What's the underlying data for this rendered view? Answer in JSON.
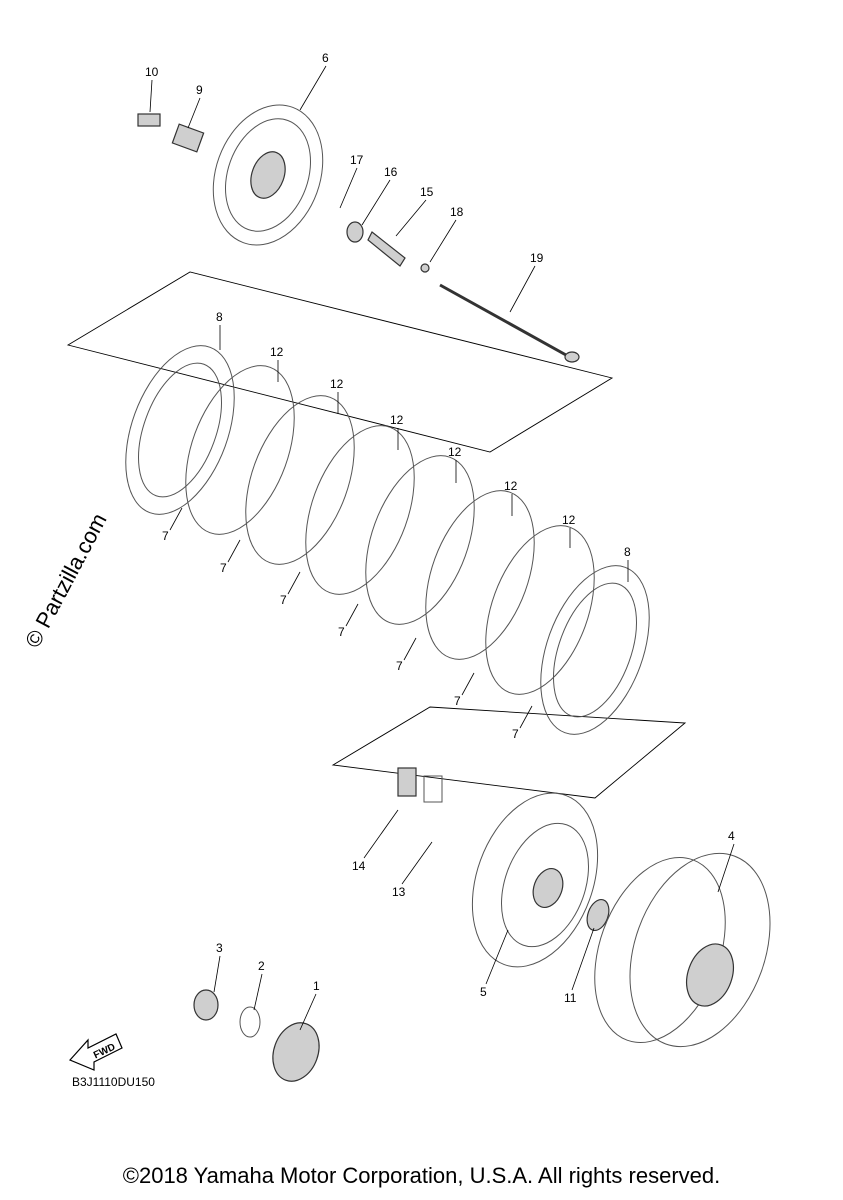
{
  "watermark": "© Partzilla.com",
  "drawing_code": "B3J1110DU150",
  "copyright": "©2018 Yamaha Motor Corporation, U.S.A. All rights reserved.",
  "fwd_label": "FWD",
  "callouts": [
    {
      "id": "c10",
      "label": "10"
    },
    {
      "id": "c9",
      "label": "9"
    },
    {
      "id": "c6",
      "label": "6"
    },
    {
      "id": "c17",
      "label": "17"
    },
    {
      "id": "c16",
      "label": "16"
    },
    {
      "id": "c15",
      "label": "15"
    },
    {
      "id": "c18",
      "label": "18"
    },
    {
      "id": "c19",
      "label": "19"
    },
    {
      "id": "c8a",
      "label": "8"
    },
    {
      "id": "c8b",
      "label": "8"
    },
    {
      "id": "c12a",
      "label": "12"
    },
    {
      "id": "c12b",
      "label": "12"
    },
    {
      "id": "c12c",
      "label": "12"
    },
    {
      "id": "c12d",
      "label": "12"
    },
    {
      "id": "c12e",
      "label": "12"
    },
    {
      "id": "c12f",
      "label": "12"
    },
    {
      "id": "c7a",
      "label": "7"
    },
    {
      "id": "c7b",
      "label": "7"
    },
    {
      "id": "c7c",
      "label": "7"
    },
    {
      "id": "c7d",
      "label": "7"
    },
    {
      "id": "c7e",
      "label": "7"
    },
    {
      "id": "c7f",
      "label": "7"
    },
    {
      "id": "c7g",
      "label": "7"
    },
    {
      "id": "c14",
      "label": "14"
    },
    {
      "id": "c13",
      "label": "13"
    },
    {
      "id": "c4",
      "label": "4"
    },
    {
      "id": "c5",
      "label": "5"
    },
    {
      "id": "c11",
      "label": "11"
    },
    {
      "id": "c3",
      "label": "3"
    },
    {
      "id": "c2",
      "label": "2"
    },
    {
      "id": "c1",
      "label": "1"
    }
  ]
}
